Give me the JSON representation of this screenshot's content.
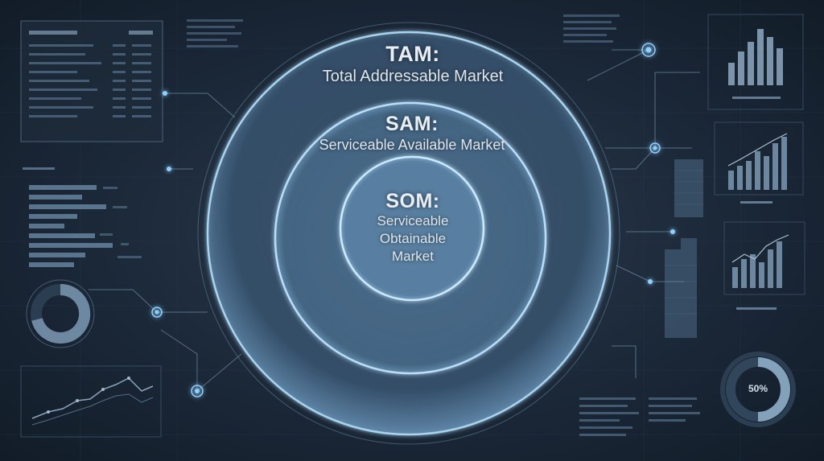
{
  "diagram": {
    "rings": [
      {
        "abbr": "TAM:",
        "full": "Total Addressable Market"
      },
      {
        "abbr": "SAM:",
        "full": "Serviceable Available Market"
      },
      {
        "abbr": "SOM:",
        "full_lines": [
          "Serviceable",
          "Obtainable",
          "Market"
        ]
      }
    ]
  },
  "background": {
    "gauge_value": "50%",
    "colors": {
      "background": "#1b2838",
      "ring_fill": "#4a6f8f",
      "ring_edge": "#a9d4f0",
      "line": "#6f8aa3",
      "node_glow": "#8fd0ff"
    }
  }
}
